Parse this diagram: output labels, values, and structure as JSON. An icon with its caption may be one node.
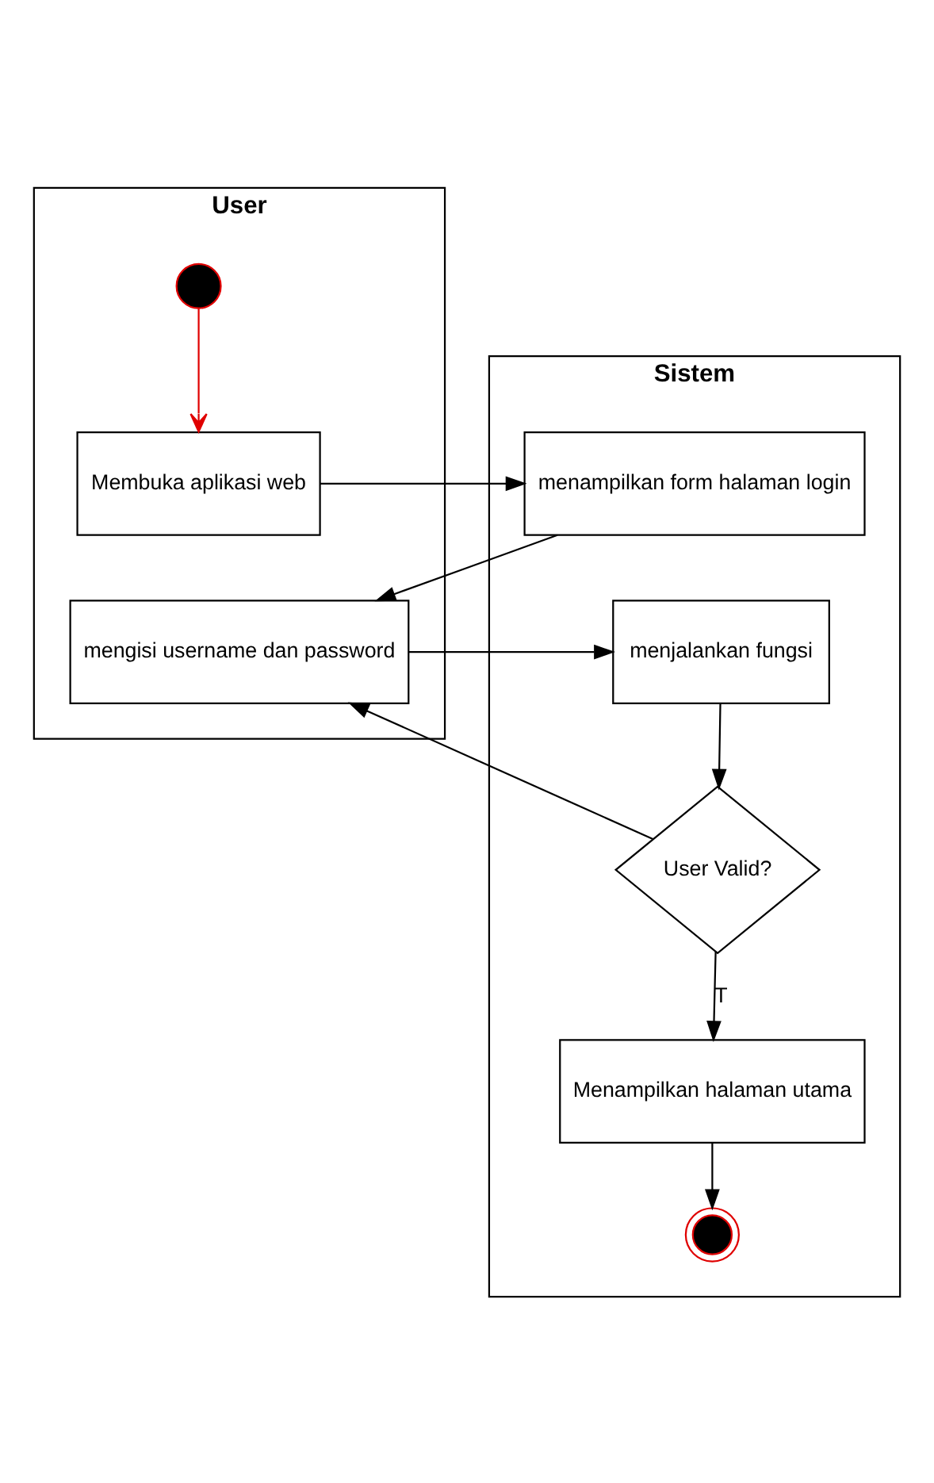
{
  "diagram": {
    "nodes": [
      {
        "text": [
          "User"
        ]
      },
      {
        "text": [
          "Sistem"
        ]
      },
      {
        "text": [],
        "shape": "circle",
        "in": 0
      },
      {
        "text": [
          "Membuka aplikasi web"
        ],
        "in": 0
      },
      {
        "text": [
          "menampilkan form halaman login"
        ],
        "in": 1
      },
      {
        "text": [
          "mengisi username dan password"
        ],
        "in": 0
      },
      {
        "text": [
          "menjalankan fungsi"
        ],
        "in": 1
      },
      {
        "text": [
          "User Valid?"
        ],
        "in": 1
      },
      {
        "text": [
          "Menampilkan halaman utama"
        ],
        "in": 1
      },
      {
        "text": [],
        "shape": "circle",
        "in": 1
      }
    ],
    "edges": [
      {
        "from": 2,
        "to": 3,
        "arrow": "to",
        "color": "#e00000"
      },
      {
        "from": 3,
        "to": 4,
        "arrow": "to"
      },
      {
        "from": 4,
        "to": 5,
        "arrow": "to"
      },
      {
        "from": 5,
        "to": 6,
        "arrow": "to"
      },
      {
        "from": 6,
        "to": 7,
        "arrow": "to"
      },
      {
        "from": 7,
        "to": 5,
        "arrow": "to"
      },
      {
        "from": 7,
        "to": 8,
        "arrow": "to",
        "label": "T"
      },
      {
        "from": 8,
        "to": 9,
        "arrow": "to"
      }
    ]
  }
}
